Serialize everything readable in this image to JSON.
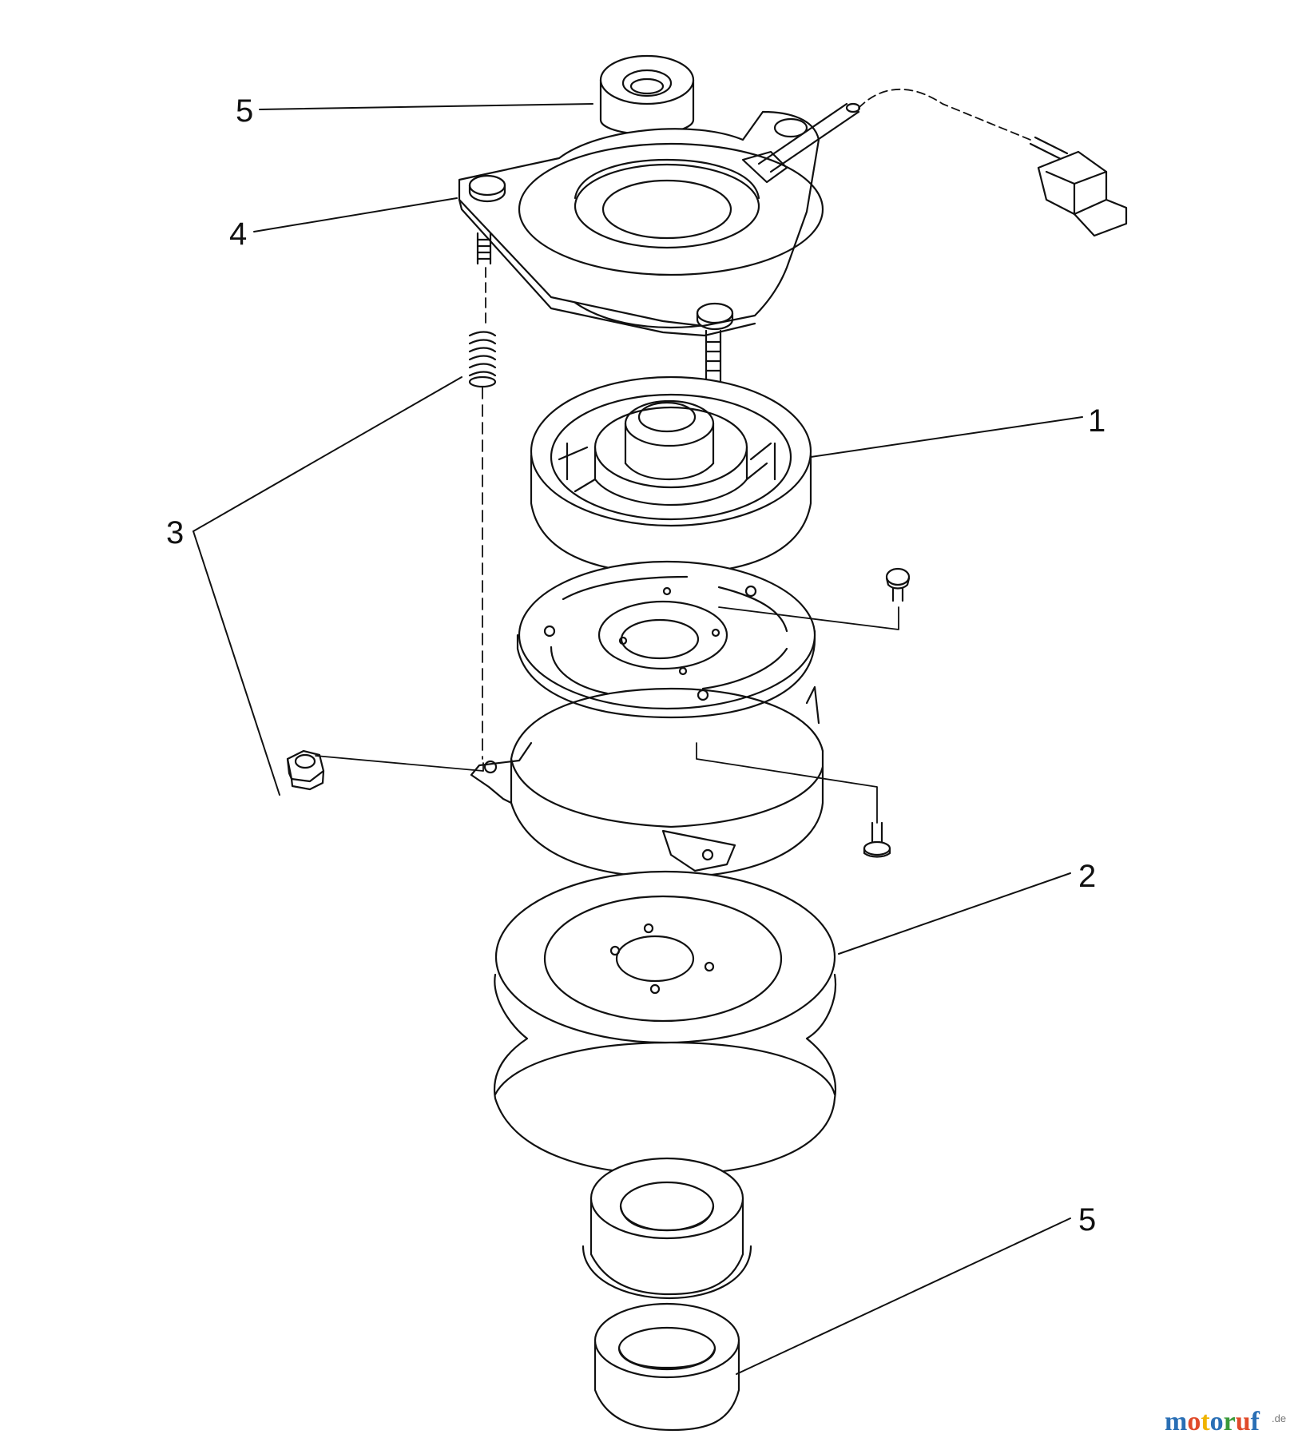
{
  "callouts": {
    "top_bearing": "5",
    "field_coil_bracket": "4",
    "rotor": "1",
    "spring_nut_kit": "3",
    "pulley": "2",
    "bottom_bearing": "5"
  },
  "watermark": {
    "letters": [
      "m",
      "o",
      "t",
      "o",
      "r",
      "u",
      "f"
    ],
    "letter_colors": [
      "#2a6fb5",
      "#e04a2a",
      "#f0b400",
      "#2a6fb5",
      "#3a9a3a",
      "#e04a2a",
      "#2a6fb5"
    ],
    "suffix": ".de"
  },
  "line_color": "#111111"
}
